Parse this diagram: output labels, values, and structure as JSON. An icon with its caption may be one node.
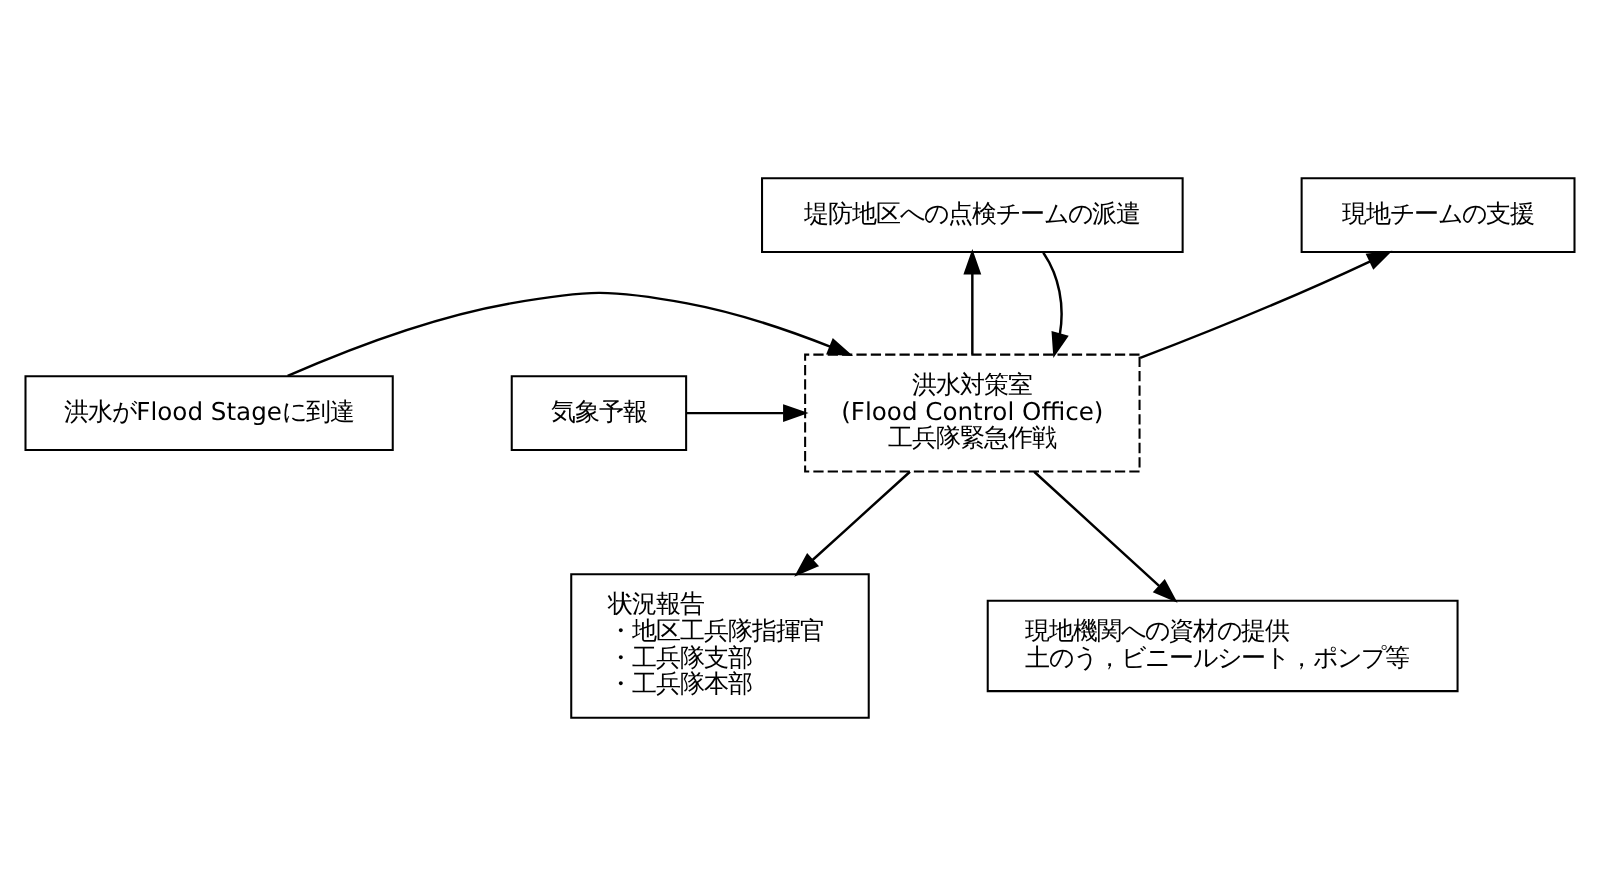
{
  "diagram": {
    "nodes": [
      {
        "text": [
          "堤防地区への点検チームの派遣"
        ]
      },
      {
        "text": [
          "現地チームの支援"
        ]
      },
      {
        "text": [
          "洪水がFlood Stageに到達"
        ]
      },
      {
        "text": [
          "洪水対策室",
          "(Flood Control Office)",
          "工兵隊緊急作戦"
        ]
      },
      {
        "text": [
          "気象予報"
        ]
      },
      {
        "text": [
          "状況報告",
          "・地区工兵隊指揮官",
          "・工兵隊支部",
          "・工兵隊本部"
        ]
      },
      {
        "text": [
          "現地機関への資材の提供",
          "土のう，ビニールシート，ポンプ等"
        ]
      }
    ],
    "edges": [
      {
        "from": 3,
        "to": 0,
        "arrow": "to"
      },
      {
        "from": 0,
        "to": 3,
        "arrow": "to"
      },
      {
        "from": 3,
        "to": 1,
        "arrow": "to"
      },
      {
        "from": 2,
        "to": 3,
        "arrow": "to"
      },
      {
        "from": 4,
        "to": 3,
        "arrow": "to"
      },
      {
        "from": 3,
        "to": 5,
        "arrow": "to"
      },
      {
        "from": 3,
        "to": 6,
        "arrow": "to"
      }
    ]
  }
}
